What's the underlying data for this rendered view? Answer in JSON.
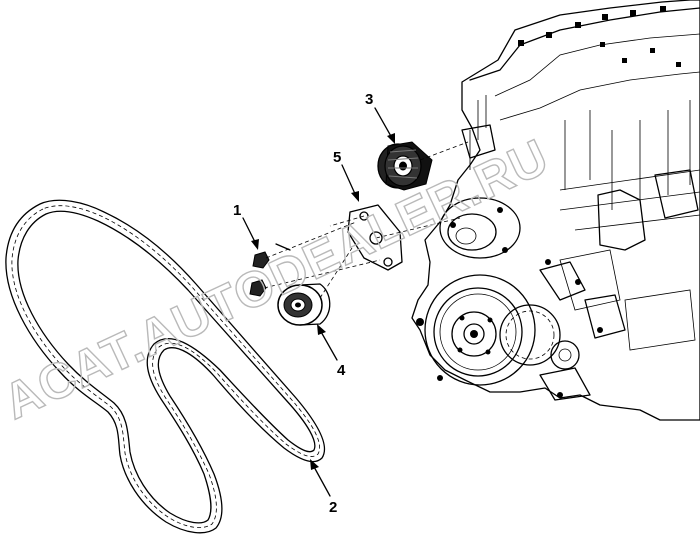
{
  "diagram": {
    "callouts": [
      {
        "id": "1",
        "label": "1"
      },
      {
        "id": "2",
        "label": "2"
      },
      {
        "id": "3",
        "label": "3"
      },
      {
        "id": "4",
        "label": "4"
      },
      {
        "id": "5",
        "label": "5"
      }
    ],
    "parts": [
      {
        "callout": "1",
        "icon": "bolt-icon"
      },
      {
        "callout": "2",
        "icon": "serpentine-belt-icon"
      },
      {
        "callout": "3",
        "icon": "idler-pulley-icon"
      },
      {
        "callout": "4",
        "icon": "tensioner-pulley-icon"
      },
      {
        "callout": "5",
        "icon": "mounting-bracket-icon"
      }
    ],
    "watermark": "ACAT.AUTODEALER.RU"
  }
}
